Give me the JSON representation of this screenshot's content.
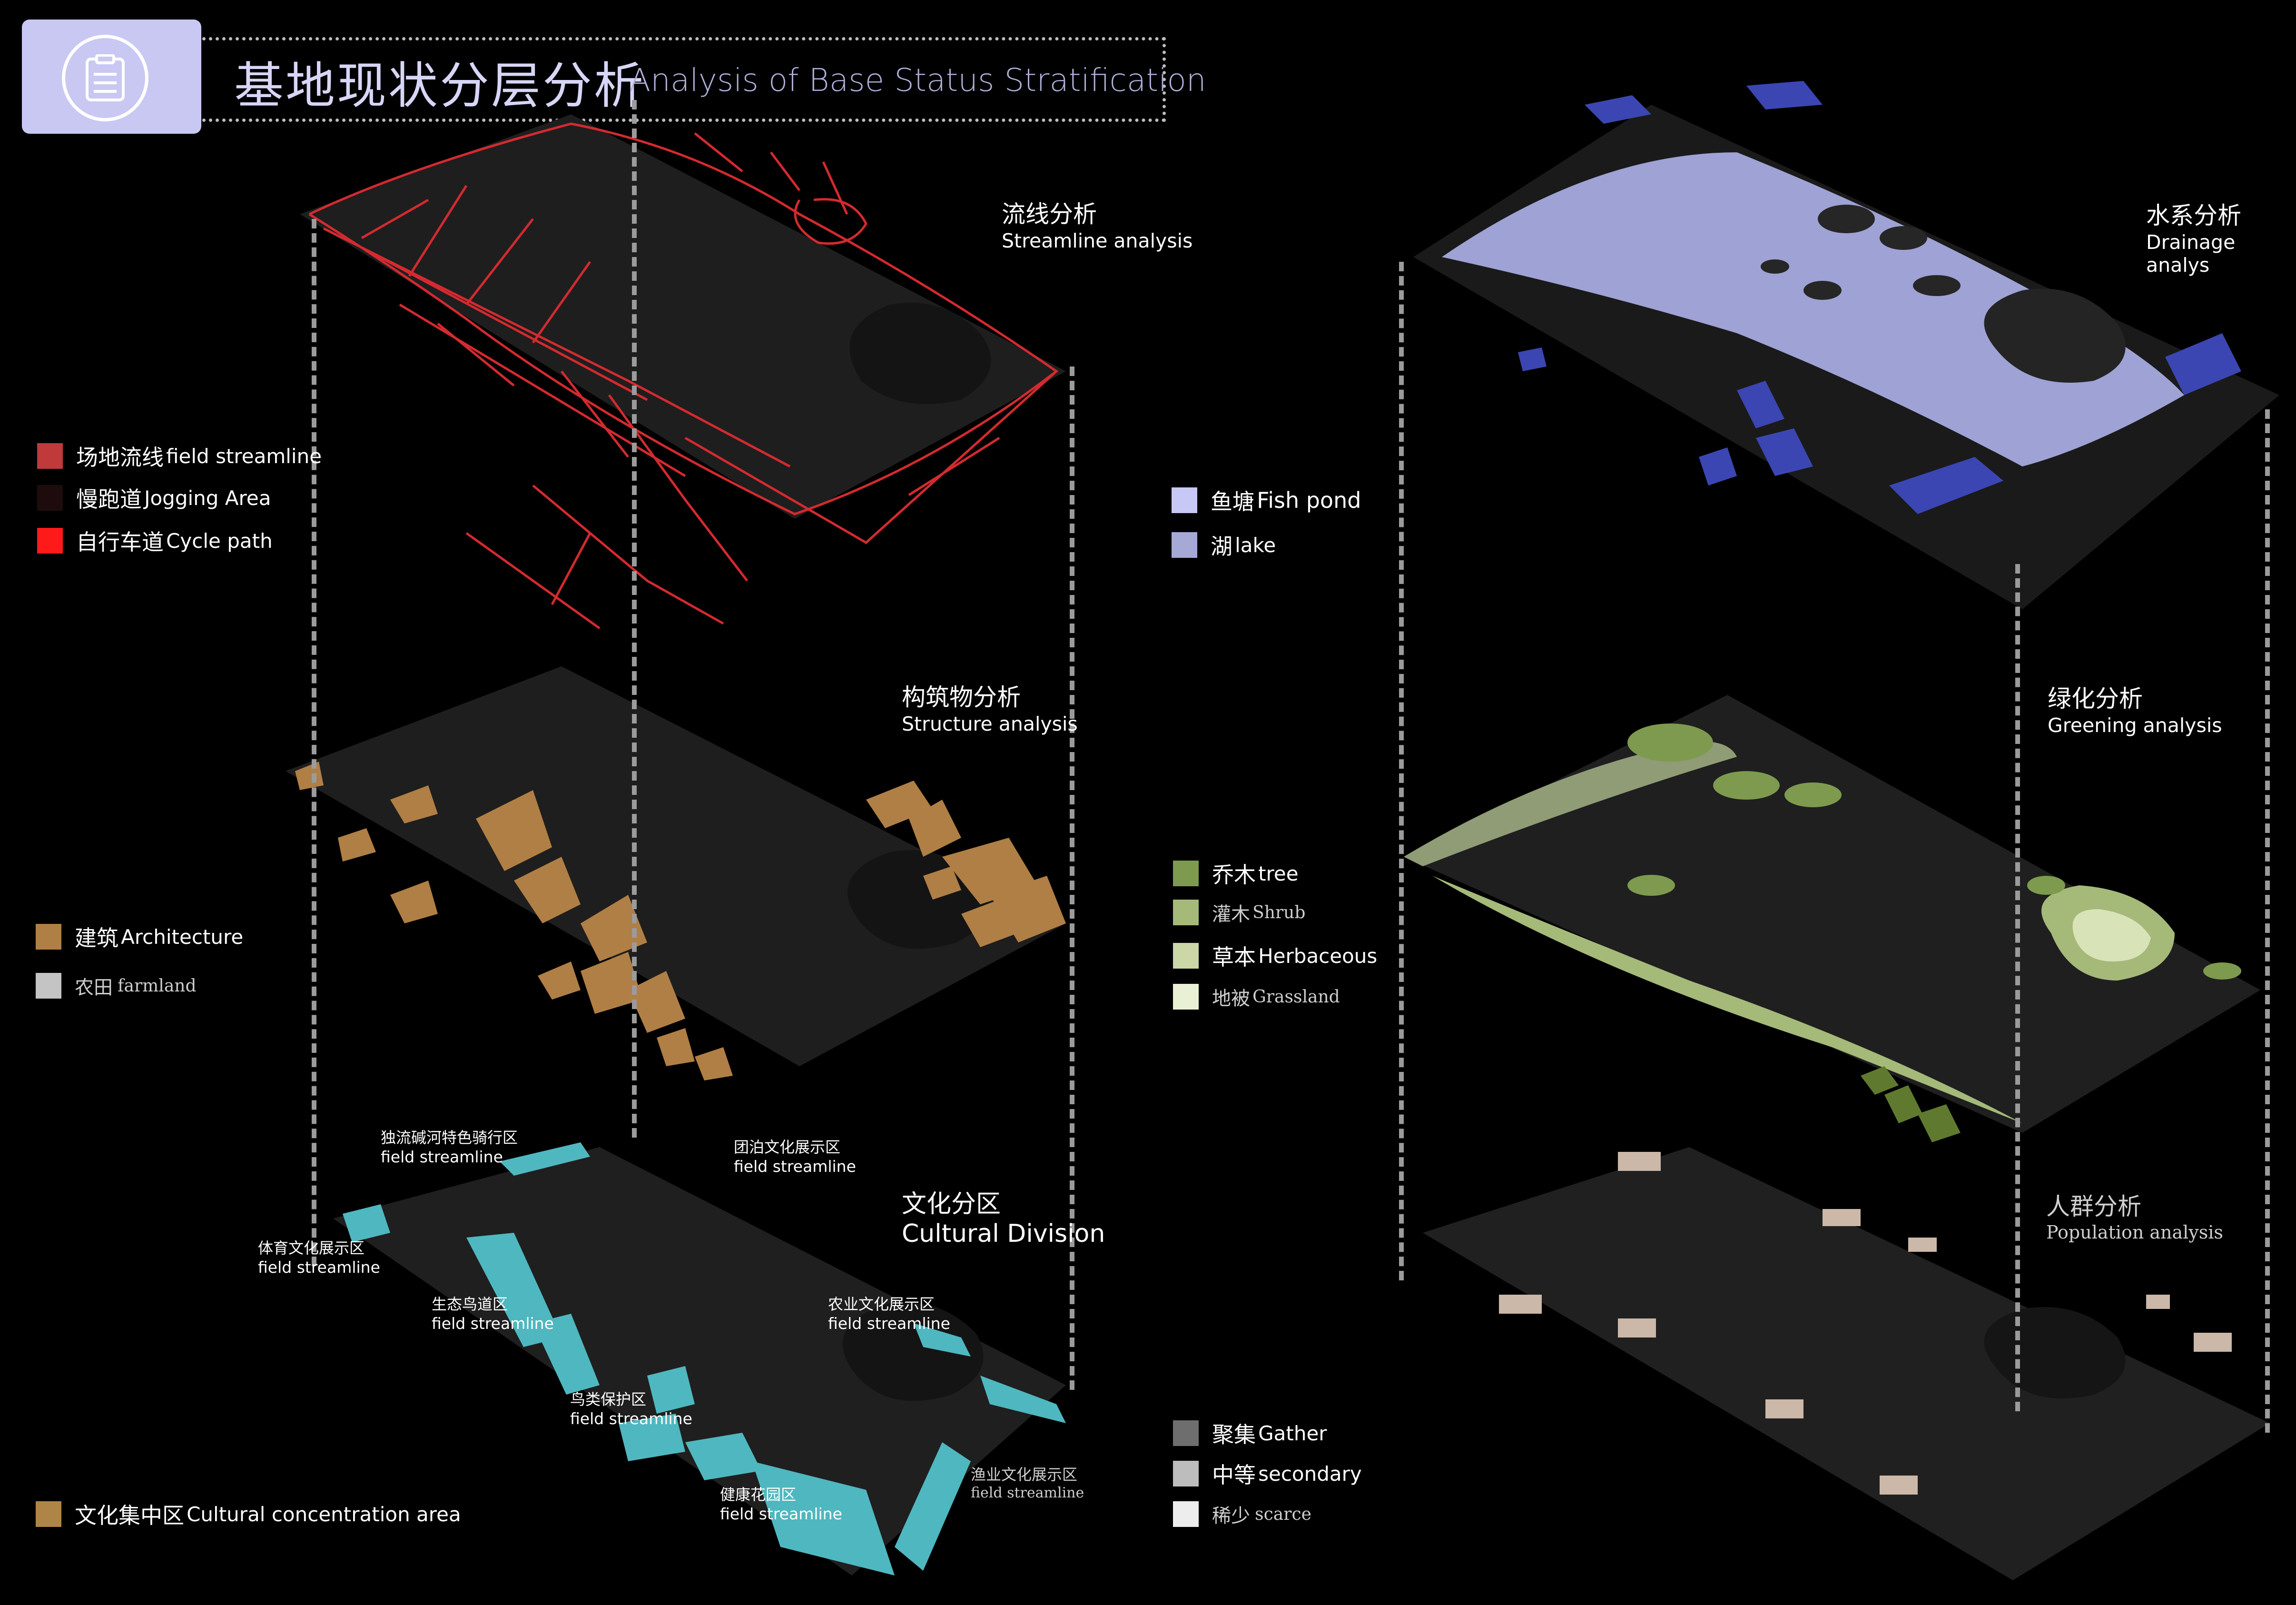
{
  "header": {
    "title_cn": "基地现状分层分析",
    "title_en": "Analysis of Base Status Stratification",
    "icon": "document-icon",
    "icon_box_color": "#c9c8f3"
  },
  "sections": {
    "streamline": {
      "cn": "流线分析",
      "en": "Streamline analysis"
    },
    "drainage": {
      "cn": "水系分析",
      "en": "Drainage analys"
    },
    "structure": {
      "cn": "构筑物分析",
      "en": "Structure analysis"
    },
    "greening": {
      "cn": "绿化分析",
      "en": "Greening analysis"
    },
    "cultural": {
      "cn": "文化分区",
      "en": "Cultural Division"
    },
    "population": {
      "cn": "人群分析",
      "en": "Population analysis"
    }
  },
  "legends": {
    "streamline": [
      {
        "cn": "场地流线",
        "en": "field streamline",
        "color": "#c0393b"
      },
      {
        "cn": "慢跑道",
        "en": "Jogging Area",
        "color": "#1e0c0c"
      },
      {
        "cn": "自行车道",
        "en": "Cycle path",
        "color": "#ff1a1a"
      }
    ],
    "structure": [
      {
        "cn": "建筑",
        "en": "Architecture",
        "color": "#b07f45"
      },
      {
        "cn": "农田",
        "en": "farmland",
        "color": "#c4c4c4"
      }
    ],
    "cultural": [
      {
        "cn": "文化集中区",
        "en": "Cultural concentration area",
        "color": "#ae8546"
      }
    ],
    "drainage": [
      {
        "cn": "鱼塘",
        "en": "Fish pond",
        "color": "#c8c8f6"
      },
      {
        "cn": "湖",
        "en": "lake",
        "color": "#a6a9d6"
      }
    ],
    "greening": [
      {
        "cn": "乔木",
        "en": "tree",
        "color": "#7d9a4e"
      },
      {
        "cn": "灌木",
        "en": "Shrub",
        "color": "#a5b979"
      },
      {
        "cn": "草本",
        "en": "Herbaceous",
        "color": "#cbd7a6"
      },
      {
        "cn": "地被",
        "en": "Grassland",
        "color": "#eaf0d6"
      }
    ],
    "population": [
      {
        "cn": "聚集",
        "en": "Gather",
        "color": "#6e6e6e"
      },
      {
        "cn": "中等",
        "en": "secondary",
        "color": "#bdbdbd"
      },
      {
        "cn": "稀少",
        "en": "scarce",
        "color": "#ededed"
      }
    ]
  },
  "zones": {
    "z1": {
      "cn": "独流碱河特色骑行区",
      "en": "field streamline"
    },
    "z2": {
      "cn": "团泊文化展示区",
      "en": "field streamline"
    },
    "z3": {
      "cn": "体育文化展示区",
      "en": "field streamline"
    },
    "z4": {
      "cn": "生态鸟道区",
      "en": "field streamline"
    },
    "z5": {
      "cn": "农业文化展示区",
      "en": "field streamline"
    },
    "z6": {
      "cn": "鸟类保护区",
      "en": "field streamline"
    },
    "z7": {
      "cn": "渔业文化展示区",
      "en": "field streamline"
    },
    "z8": {
      "cn": "健康花园区",
      "en": "field streamline"
    }
  }
}
